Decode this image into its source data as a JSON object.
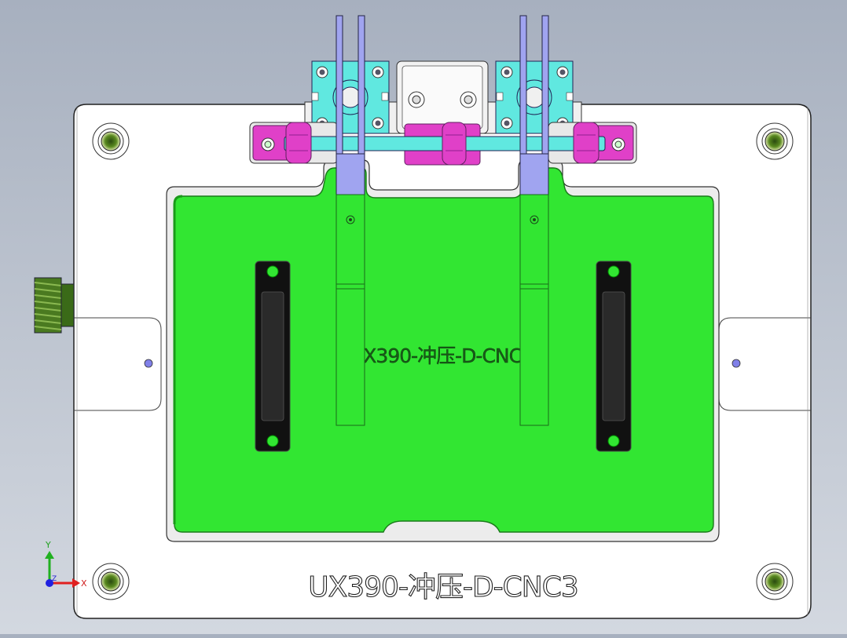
{
  "drawing": {
    "part_label": "UX390-冲压-D-CNC3",
    "engraved_label": "UX390-冲压-D-CNC3"
  },
  "triad": {
    "x_label": "X",
    "y_label": "Y",
    "z_label": "Z"
  },
  "colors": {
    "background_top": "#a7b0bf",
    "background_bottom": "#d3d8e0",
    "base_plate": "#ffffff",
    "nest_green": "#32e632",
    "clamp_finger": "#a0a4f0",
    "cylinder_cyan": "#60e8e0",
    "stopper_magenta": "#e040c8",
    "x_axis": "#e02020",
    "y_axis": "#20b020",
    "origin": "#2020e0"
  }
}
